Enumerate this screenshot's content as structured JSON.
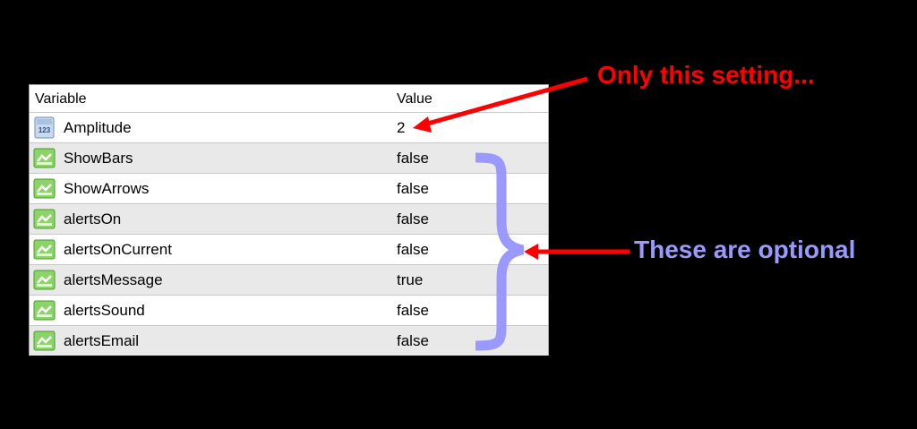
{
  "table": {
    "header": {
      "variable": "Variable",
      "value": "Value"
    },
    "rows": [
      {
        "name": "Amplitude",
        "value": "2",
        "icon": "integer-type-icon"
      },
      {
        "name": "ShowBars",
        "value": "false",
        "icon": "boolean-type-icon"
      },
      {
        "name": "ShowArrows",
        "value": "false",
        "icon": "boolean-type-icon"
      },
      {
        "name": "alertsOn",
        "value": "false",
        "icon": "boolean-type-icon"
      },
      {
        "name": "alertsOnCurrent",
        "value": "false",
        "icon": "boolean-type-icon"
      },
      {
        "name": "alertsMessage",
        "value": "true",
        "icon": "boolean-type-icon"
      },
      {
        "name": "alertsSound",
        "value": "false",
        "icon": "boolean-type-icon"
      },
      {
        "name": "alertsEmail",
        "value": "false",
        "icon": "boolean-type-icon"
      }
    ]
  },
  "annotations": {
    "top": "Only this setting...",
    "right": "These are optional"
  },
  "colors": {
    "annotation_red": "#ff0000",
    "annotation_blue": "#9999ff",
    "background": "#000000",
    "row_alt": "#e9e9e9"
  }
}
